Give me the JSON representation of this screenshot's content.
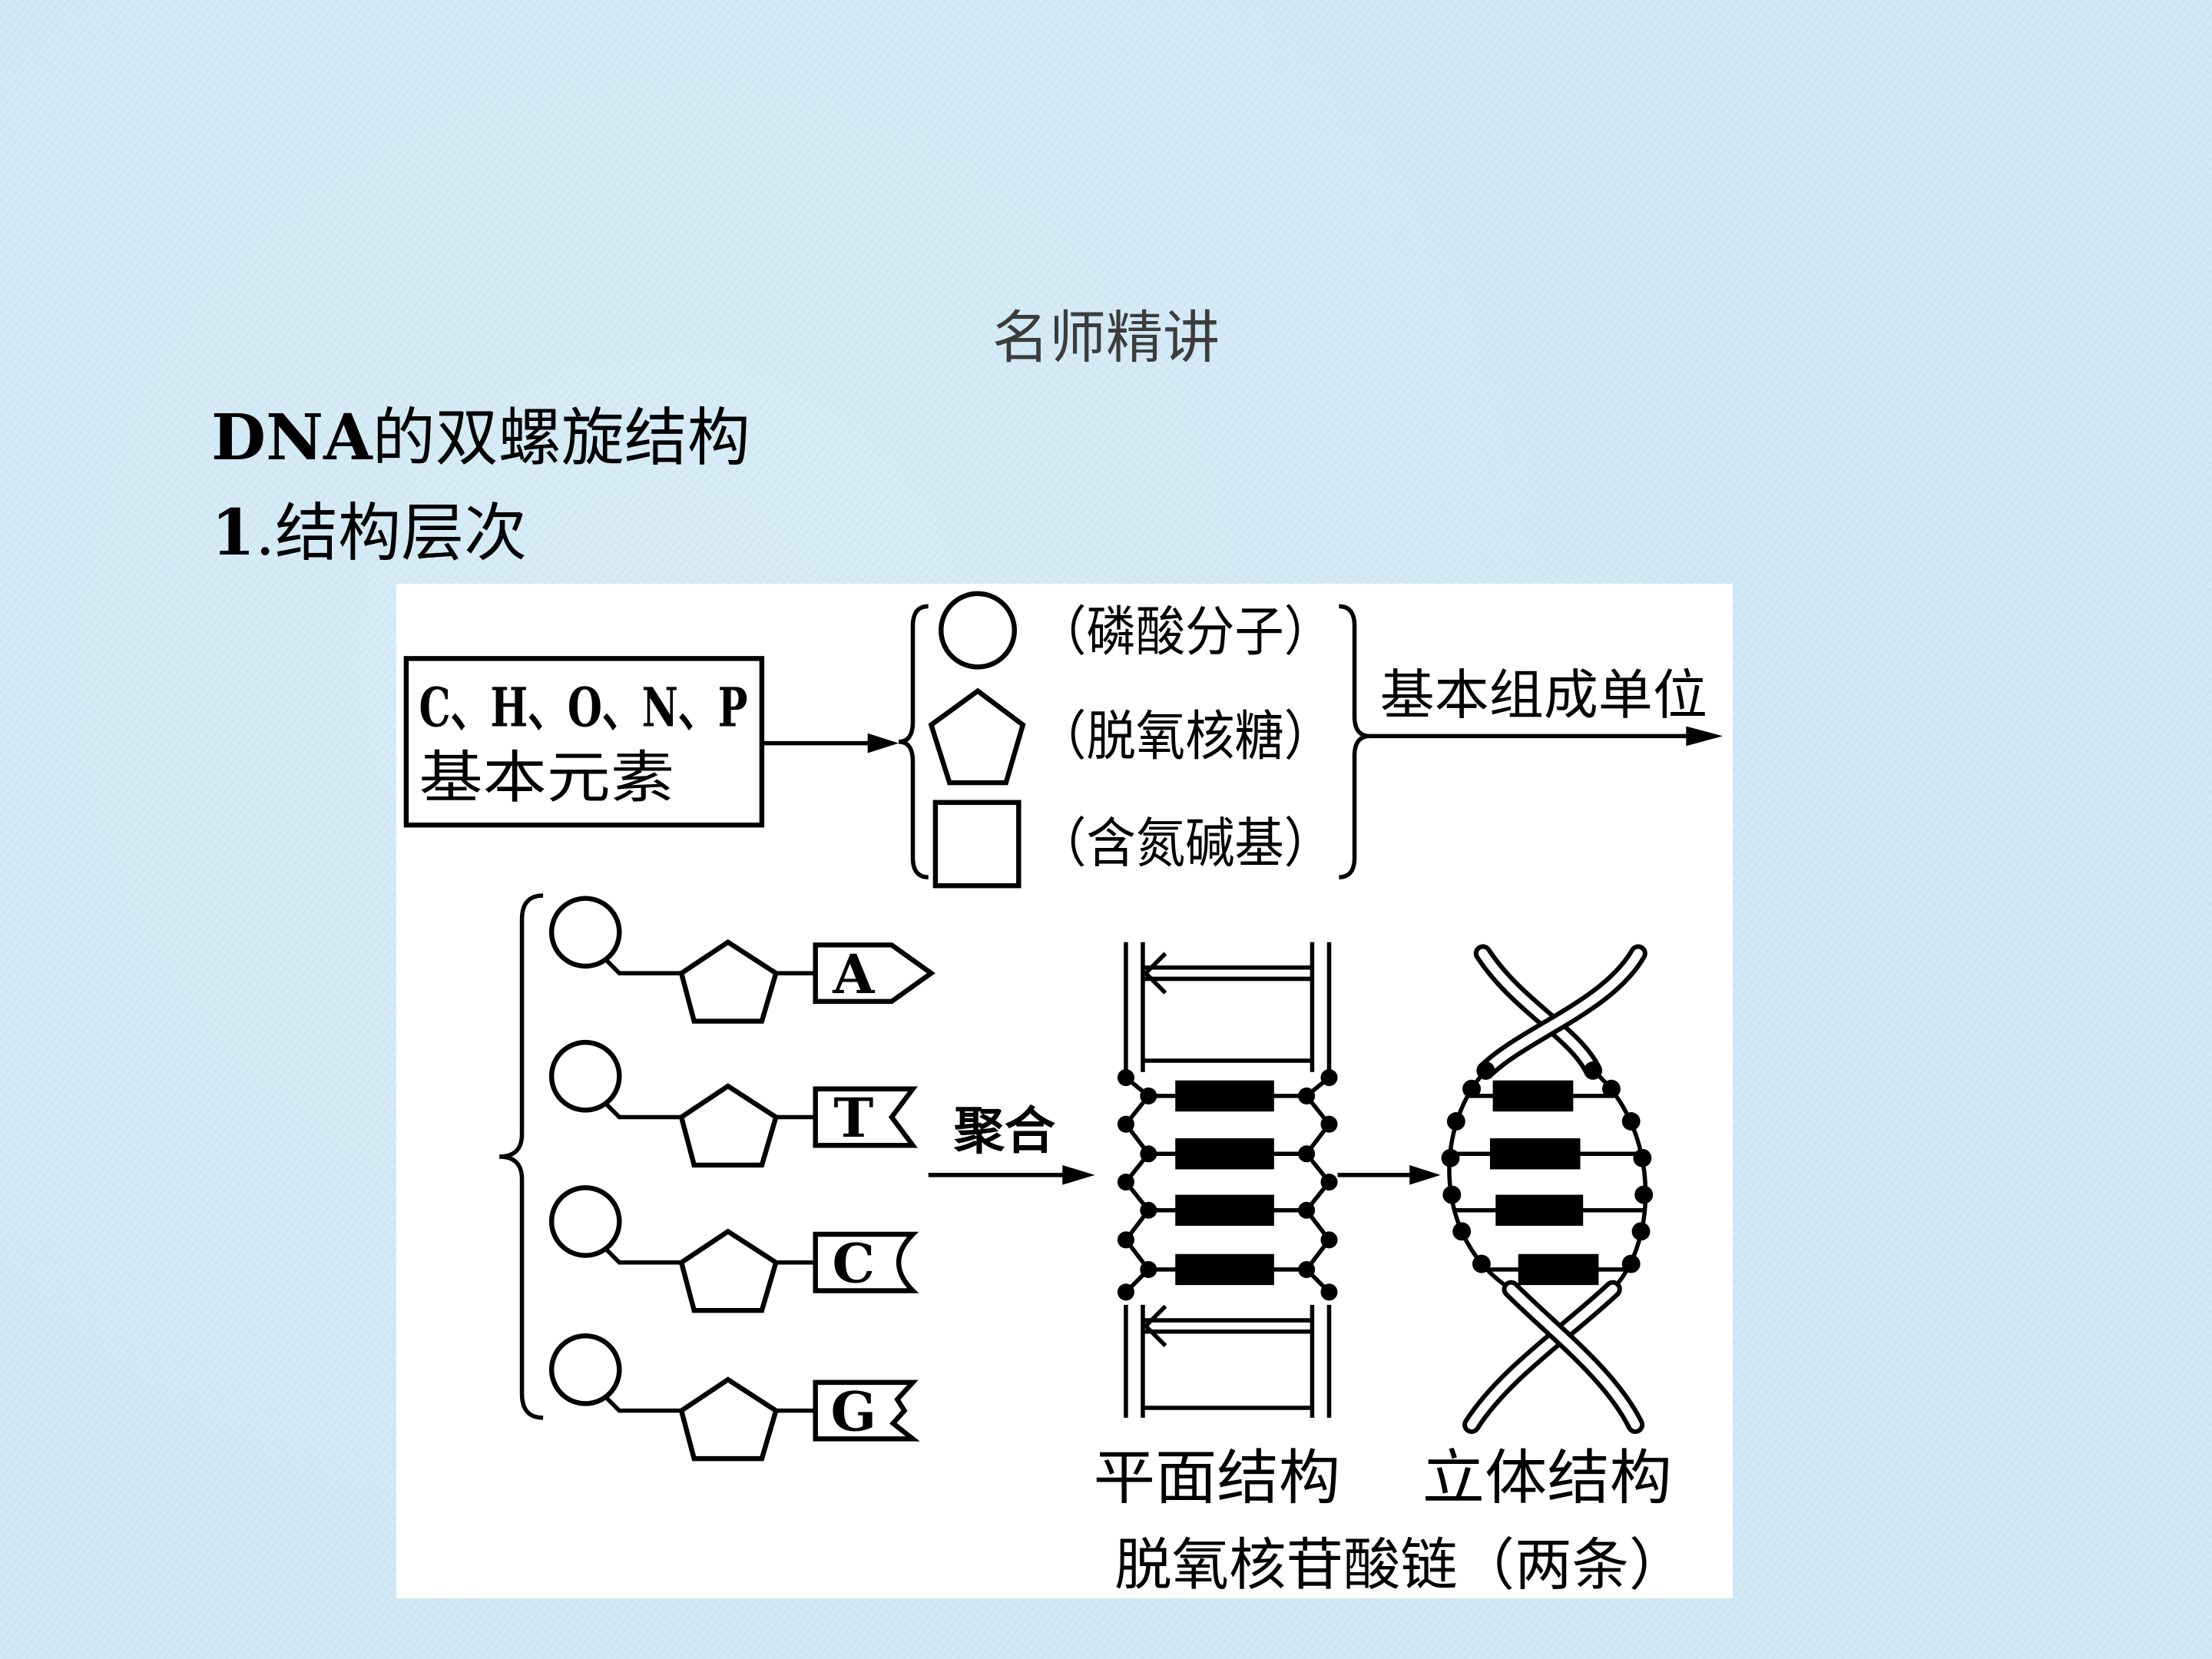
{
  "slide": {
    "title": "名师精讲",
    "heading_prefix": "DNA",
    "heading_text": "的双螺旋结构",
    "section_number": "1",
    "section_text": ".结构层次"
  },
  "diagram": {
    "elements_line": "C、H、O、N、P",
    "elements_label": "基本元素",
    "components": {
      "phosphate": "（磷酸分子）",
      "deoxyribose": "（脱氧核糖）",
      "base": "（含氮碱基）"
    },
    "unit_label": "基本组成单位",
    "bases": [
      "A",
      "T",
      "C",
      "G"
    ],
    "polymerize_label": "聚合",
    "planar_label": "平面结构",
    "spatial_label": "立体结构",
    "chain_label": "脱氧核苷酸链（两条）"
  },
  "colors": {
    "page_background": "#cfe8f4",
    "diagram_background": "#ffffff",
    "ink": "#000000",
    "title_text": "#3c3c3c"
  }
}
